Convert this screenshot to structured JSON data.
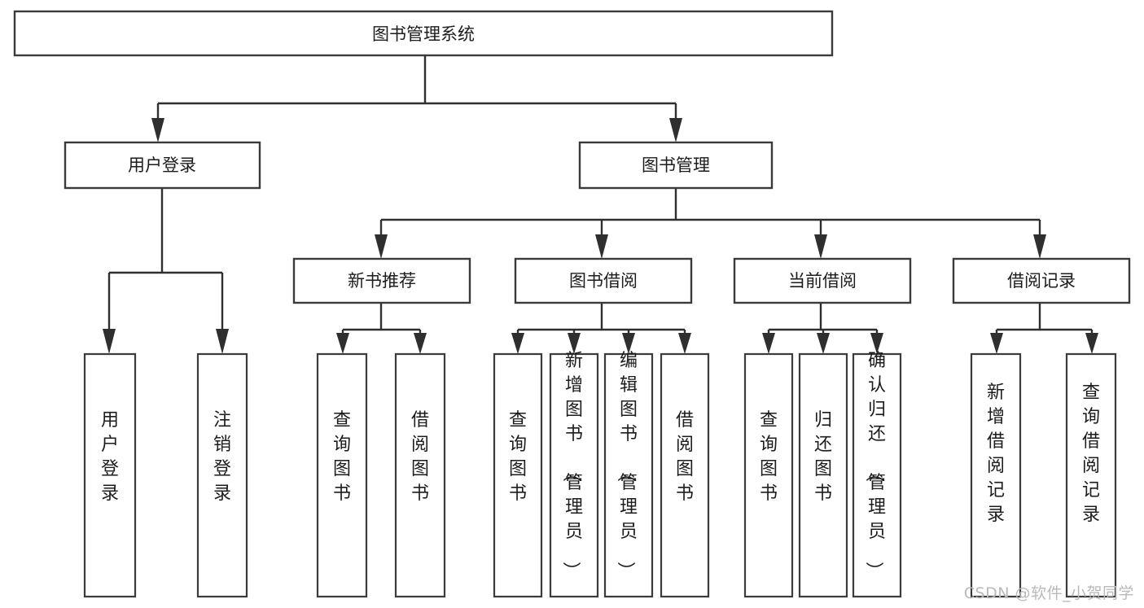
{
  "diagram": {
    "type": "tree-hierarchy-functional-decomposition",
    "title": "图书管理系统",
    "orientation": "top-down",
    "background_color": "#ffffff",
    "line_color": "#2f2f2f",
    "box_fill": "#ffffff",
    "box_stroke": "#3b3b3b",
    "text_color": "#1c1c1c"
  },
  "root": {
    "label": "图书管理系统"
  },
  "level1": [
    {
      "label": "用户登录"
    },
    {
      "label": "图书管理"
    }
  ],
  "level2": [
    {
      "label": "新书推荐"
    },
    {
      "label": "图书借阅"
    },
    {
      "label": "当前借阅"
    },
    {
      "label": "借阅记录"
    }
  ],
  "leaves": {
    "user_login": [
      {
        "label": "用户登录"
      },
      {
        "label": "注销登录"
      }
    ],
    "new_book_recommend": [
      {
        "label": "查询图书"
      },
      {
        "label": "借阅图书"
      }
    ],
    "book_borrow": [
      {
        "label": "查询图书"
      },
      {
        "label": "新增图书（管理员）"
      },
      {
        "label": "编辑图书（管理员）"
      },
      {
        "label": "借阅图书"
      }
    ],
    "current_borrow": [
      {
        "label": "查询图书"
      },
      {
        "label": "归还图书"
      },
      {
        "label": "确认归还（管理员）"
      }
    ],
    "borrow_record": [
      {
        "label": "新增借阅记录"
      },
      {
        "label": "查询借阅记录"
      }
    ]
  },
  "watermark": {
    "text": "CSDN @软件_小贺同学",
    "color": "#b9b9b9"
  }
}
